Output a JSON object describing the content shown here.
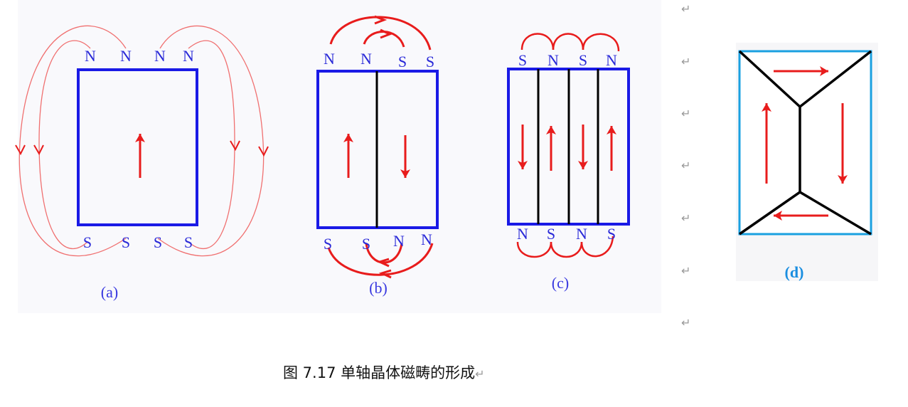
{
  "panels": {
    "a": {
      "label": "(a)",
      "top_poles": [
        "N",
        "N",
        "N",
        "N"
      ],
      "bottom_poles": [
        "S",
        "S",
        "S",
        "S"
      ]
    },
    "b": {
      "label": "(b)",
      "top_poles": [
        "N",
        "N",
        "S",
        "S"
      ],
      "bottom_poles": [
        "S",
        "S",
        "N",
        "N"
      ]
    },
    "c": {
      "label": "(c)",
      "top_poles": [
        "S",
        "N",
        "S",
        "N"
      ],
      "bottom_poles": [
        "N",
        "S",
        "N",
        "S"
      ]
    },
    "d": {
      "label": "(d)"
    }
  },
  "return_mark": "↵",
  "caption": "图 7.17  单轴晶体磁畴的形成",
  "colors": {
    "frame": "#1a1ae6",
    "arrow": "#e81c1c",
    "field": "#f07070",
    "closure_frame": "#1aa0e0",
    "wall": "#000000"
  }
}
